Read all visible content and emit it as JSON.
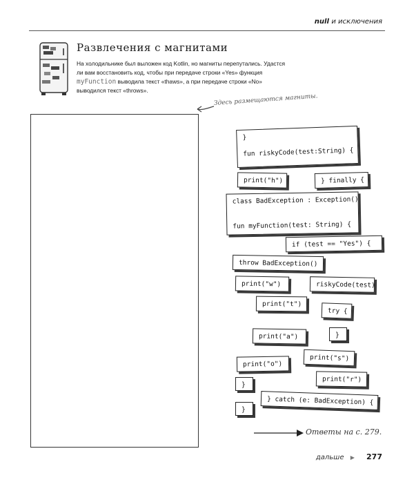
{
  "header": {
    "title_bold": "null",
    "title_rest": "и исключения"
  },
  "exercise": {
    "title": "Развлечения с магнитами",
    "intro_part1": "На холодильнике был выложен код Kotlin, но магниты перепутались. Удастся ли вам восстановить код, чтобы при передаче строки «Yes» функция ",
    "intro_code": "myFunction",
    "intro_part2": " выводила текст «thaws», а при передаче строки «No» выводился текст «throws»."
  },
  "annotation": "Здесь размещаются магниты.",
  "magnets": [
    "}\n\nfun riskyCode(test:String) {",
    "print(\"h\")",
    "} finally {",
    "class BadException : Exception()\n\n\nfun myFunction(test: String) {",
    "if (test == \"Yes\") {",
    "throw BadException()",
    "print(\"w\")",
    "riskyCode(test)",
    "print(\"t\")",
    "try {",
    "print(\"a\")",
    "}",
    "print(\"s\")",
    "print(\"o\")",
    "print(\"r\")",
    "}",
    "} catch (e: BadException) {",
    "}"
  ],
  "answers_ref": "Ответы на с. 279.",
  "footer": {
    "next_label": "дальше",
    "next_icon": "triangle-right-icon",
    "page_number": "277"
  }
}
